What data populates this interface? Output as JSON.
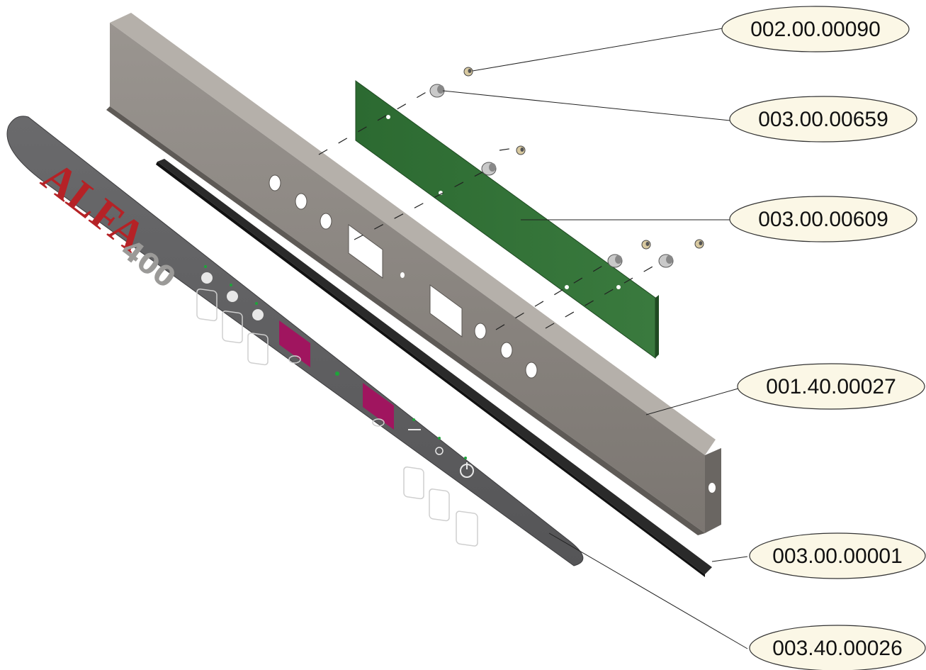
{
  "colors": {
    "callout_fill": "#fbf7e6",
    "panel_steel": "#8a8580",
    "panel_steel_dark": "#6e6a66",
    "fascia_grey": "#5f5f61",
    "pcb_green": "#2f6e34",
    "gasket_black": "#222222",
    "display_magenta": "#a0155f",
    "logo_red": "#b52226",
    "led_green": "#1ea53a"
  },
  "fascia": {
    "logo": "ALFA",
    "model": "400"
  },
  "callouts": [
    {
      "part_number": "002.00.00090",
      "part": "nut"
    },
    {
      "part_number": "003.00.00659",
      "part": "spacer"
    },
    {
      "part_number": "003.00.00609",
      "part": "control-board"
    },
    {
      "part_number": "001.40.00027",
      "part": "control-panel-frame"
    },
    {
      "part_number": "003.00.00001",
      "part": "gasket-strip"
    },
    {
      "part_number": "003.40.00026",
      "part": "front-fascia"
    }
  ],
  "icons": [
    "timer-icon",
    "half-dial-icon",
    "dial-icon",
    "oven-icon",
    "oven-icon",
    "grill-icon",
    "fan-icon",
    "power-icon"
  ]
}
